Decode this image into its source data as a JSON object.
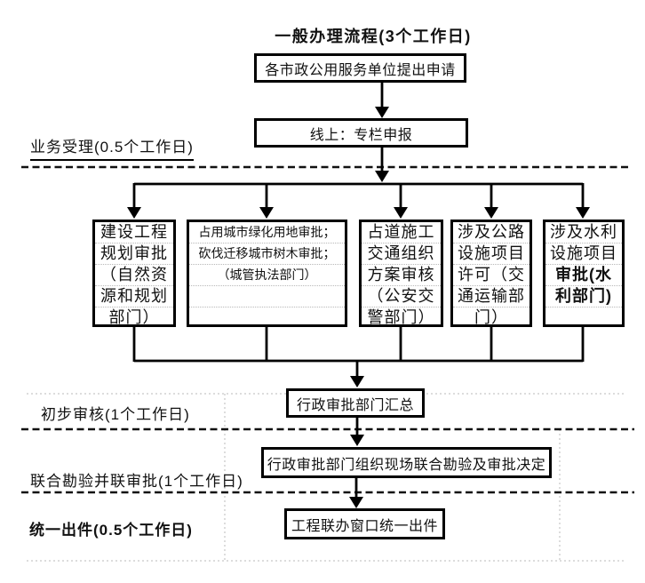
{
  "title": "一般办理流程(3个工作日)",
  "boxes": {
    "apply": "各市政公用服务单位提出申请",
    "online": "线上：专栏申报",
    "summary": "行政审批部门汇总",
    "inspection": "行政审批部门组织现场联合勘验及审批决定",
    "issue": "工程联办窗口统一出件"
  },
  "stages": [
    {
      "label": "业务受理(0.5个工作日)"
    },
    {
      "label": "初步审核(1个工作日)"
    },
    {
      "label": "联合勘验并联审批(1个工作日)"
    },
    {
      "label": "统一出件(0.5个工作日)"
    }
  ],
  "parallel": [
    {
      "lines": [
        "建设工程",
        "规划审批",
        "（自然资",
        "源和规划",
        "部门）"
      ]
    },
    {
      "lines": [
        "占用城市绿化用地审批；",
        "砍伐迁移城市树木审批；",
        "（城管执法部门）",
        "",
        ""
      ]
    },
    {
      "lines": [
        "占道施工",
        "交通组织",
        "方案审核",
        "（公安交",
        "警部门）"
      ]
    },
    {
      "lines": [
        "涉及公路",
        "设施项目",
        "许可（交",
        "通运输部",
        "门）"
      ]
    },
    {
      "lines": [
        "涉及水利",
        "设施项目",
        "审批(水",
        "利部门)",
        ""
      ]
    }
  ],
  "colors": {
    "line": "#000000",
    "dashed_divider": "#111111",
    "faint_grid": "#c6c6c6",
    "background": "#ffffff",
    "text": "#111111"
  }
}
